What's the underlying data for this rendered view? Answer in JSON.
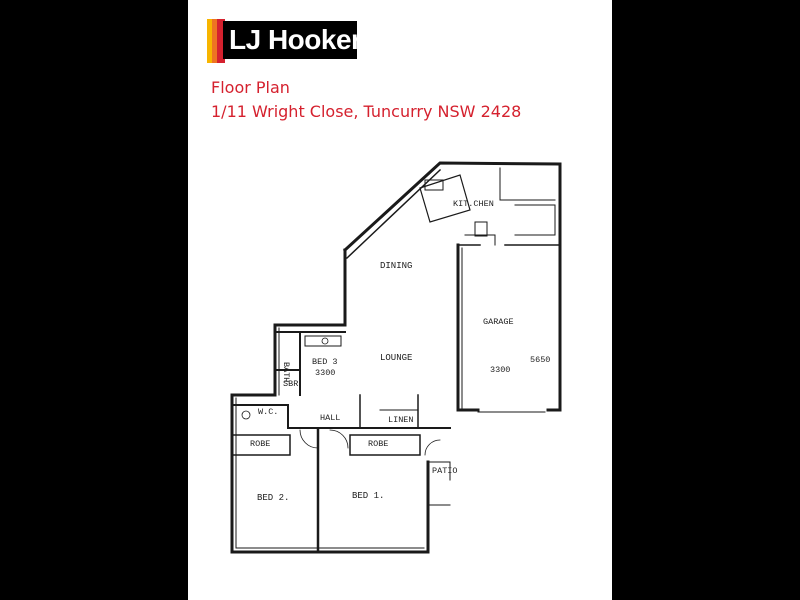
{
  "brand": {
    "name": "LJ Hooker",
    "stripe_colors": [
      "#f7b500",
      "#ee7422",
      "#d5212e"
    ],
    "box_color": "#000000"
  },
  "header": {
    "title": "Floor Plan",
    "address": "1/11 Wright Close, Tuncurry NSW 2428",
    "text_color": "#d5212e"
  },
  "plan": {
    "rooms": {
      "kitchen": "KIT.CHEN",
      "dining": "DINING",
      "garage": "GARAGE",
      "lounge": "LOUNGE",
      "bath": "BATH",
      "bed3": "BED 3",
      "sbr": "SBR",
      "wc": "W.C.",
      "hall": "HALL",
      "robe_left": "ROBE",
      "robe_right": "ROBE",
      "bed2": "BED 2.",
      "bed1": "BED 1.",
      "patio": "PATIO",
      "linen": "LINEN"
    },
    "dimensions": {
      "garage_width": "3300",
      "garage_length": "5650",
      "bed3_size": "3300"
    }
  }
}
